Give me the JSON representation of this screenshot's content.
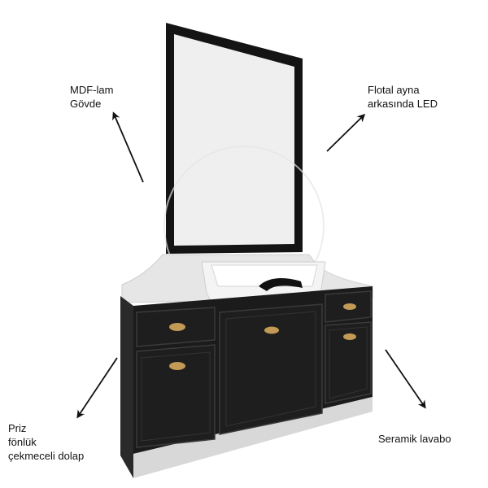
{
  "labels": {
    "body_material": "MDF-lam\nGövde",
    "mirror_led": "Flotal ayna\narkasında LED",
    "drawer_cabinet": "Priz\nfönlük\nçekmeceli dolap",
    "ceramic_sink": "Seramik lavabo"
  },
  "colors": {
    "cabinet": "#1b1b1b",
    "cabinet_panel_line": "#3a3a3a",
    "countertop": "#e4e4e4",
    "plinth": "#d6d6d6",
    "mirror_frame": "#141414",
    "mirror_glass": "#efefef",
    "sink": "#f2f2f2",
    "handle": "#c29a55",
    "arrow": "#111111"
  }
}
